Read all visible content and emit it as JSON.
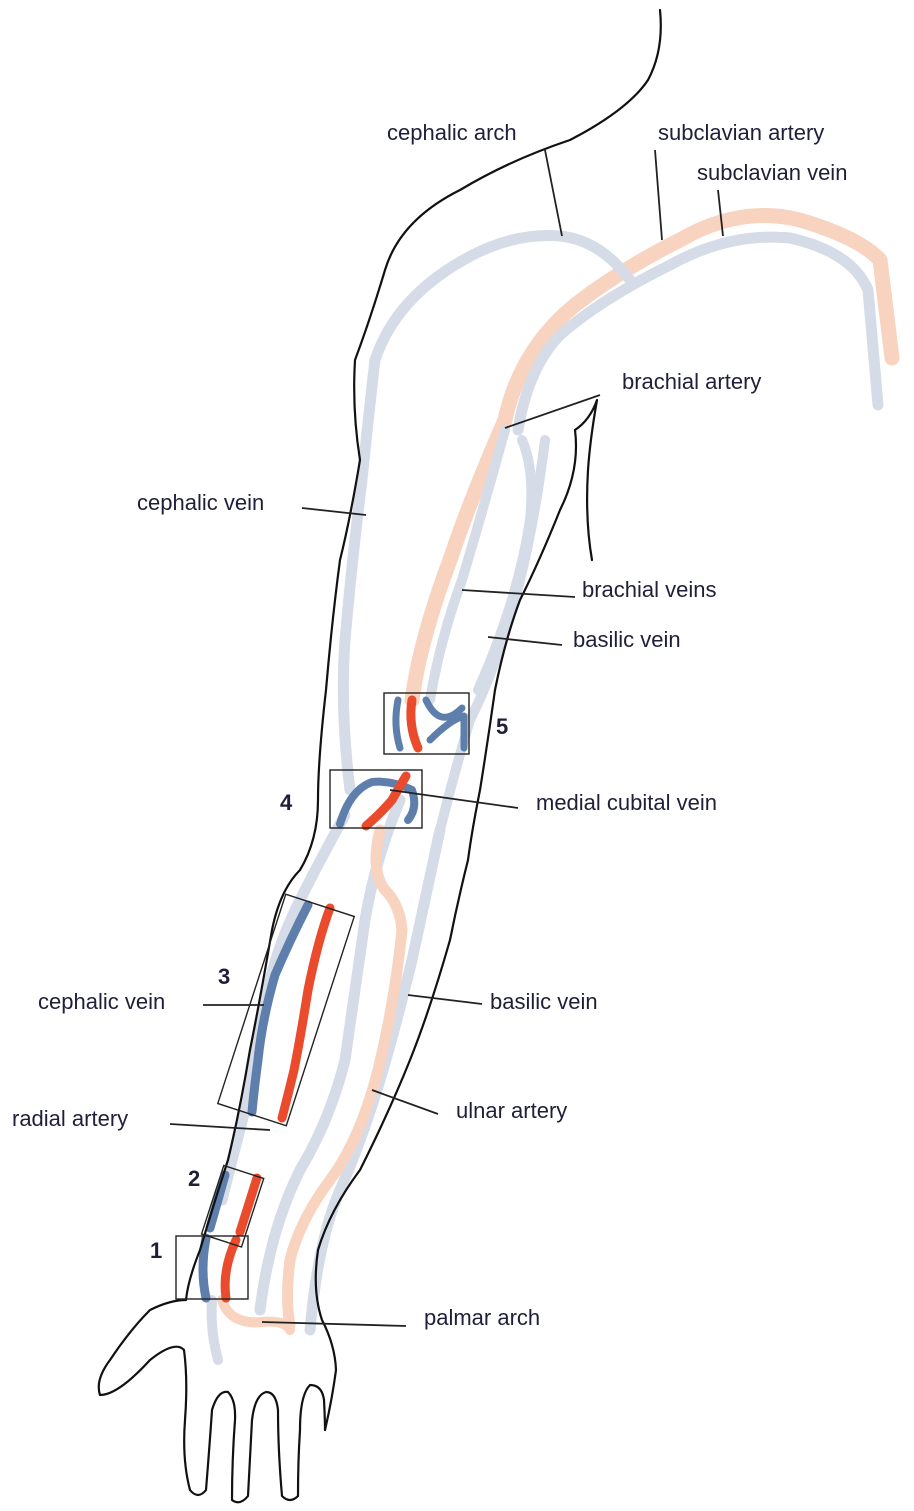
{
  "colors": {
    "vein_light": "#d5dbe7",
    "artery_light": "#f8d3c0",
    "vein_highlight": "#5e7fac",
    "artery_highlight": "#ea4b2c",
    "outline": "#111111"
  },
  "labels": {
    "cephalic_arch": "cephalic arch",
    "subclavian_artery": "subclavian artery",
    "subclavian_vein": "subclavian vein",
    "brachial_artery": "brachial artery",
    "cephalic_vein_upper": "cephalic vein",
    "brachial_veins": "brachial veins",
    "basilic_vein_upper": "basilic vein",
    "medial_cubital_vein": "medial cubital vein",
    "cephalic_vein_lower": "cephalic vein",
    "basilic_vein_lower": "basilic vein",
    "radial_artery": "radial artery",
    "ulnar_artery": "ulnar artery",
    "palmar_arch": "palmar arch"
  },
  "sites": {
    "site_1": "1",
    "site_2": "2",
    "site_3": "3",
    "site_4": "4",
    "site_5": "5"
  }
}
